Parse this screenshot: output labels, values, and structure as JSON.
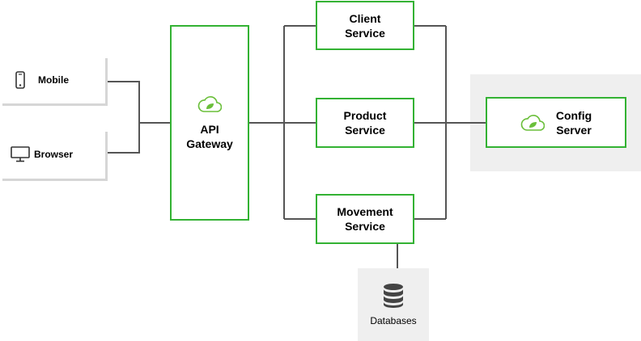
{
  "clients": {
    "mobile": {
      "label": "Mobile",
      "icon": "mobile-phone-icon"
    },
    "browser": {
      "label": "Browser",
      "icon": "monitor-icon"
    }
  },
  "gateway": {
    "line1": "API",
    "line2": "Gateway",
    "icon": "spring-leaf-icon"
  },
  "services": {
    "client": {
      "line1": "Client",
      "line2": "Service"
    },
    "product": {
      "line1": "Product",
      "line2": "Service"
    },
    "movement": {
      "line1": "Movement",
      "line2": "Service"
    }
  },
  "config": {
    "line1": "Config",
    "line2": "Server",
    "icon": "spring-leaf-icon"
  },
  "databases": {
    "label": "Databases",
    "icon": "database-icon"
  },
  "colors": {
    "box_border": "#33b233",
    "connector": "#555555",
    "panel_bg": "#efefef",
    "card_shadow": "#d6d6d6"
  }
}
